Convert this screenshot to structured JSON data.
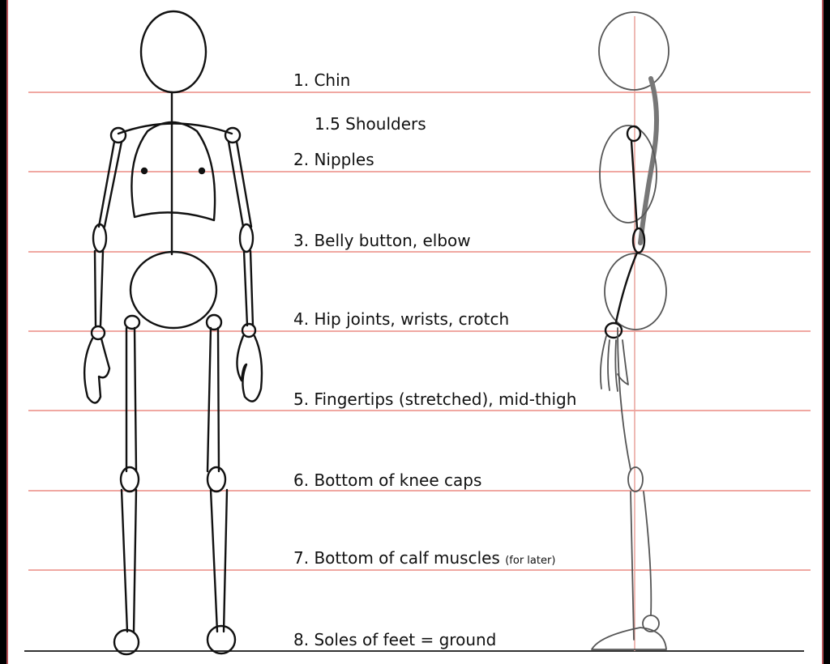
{
  "labels": {
    "l1": "1. Chin",
    "l15": "1.5 Shoulders",
    "l2": "2. Nipples",
    "l3": "3. Belly button, elbow",
    "l4": "4. Hip joints, wrists, crotch",
    "l5": "5. Fingertips (stretched), mid-thigh",
    "l6": "6. Bottom of knee caps",
    "l7": "7. Bottom of calf muscles",
    "l7_note": "(for later)",
    "l8": "8. Soles of feet = ground"
  },
  "colors": {
    "guide_line": "#f0a8a2",
    "border": "#b9565a",
    "ink": "#111111",
    "background": "#ffffff"
  }
}
